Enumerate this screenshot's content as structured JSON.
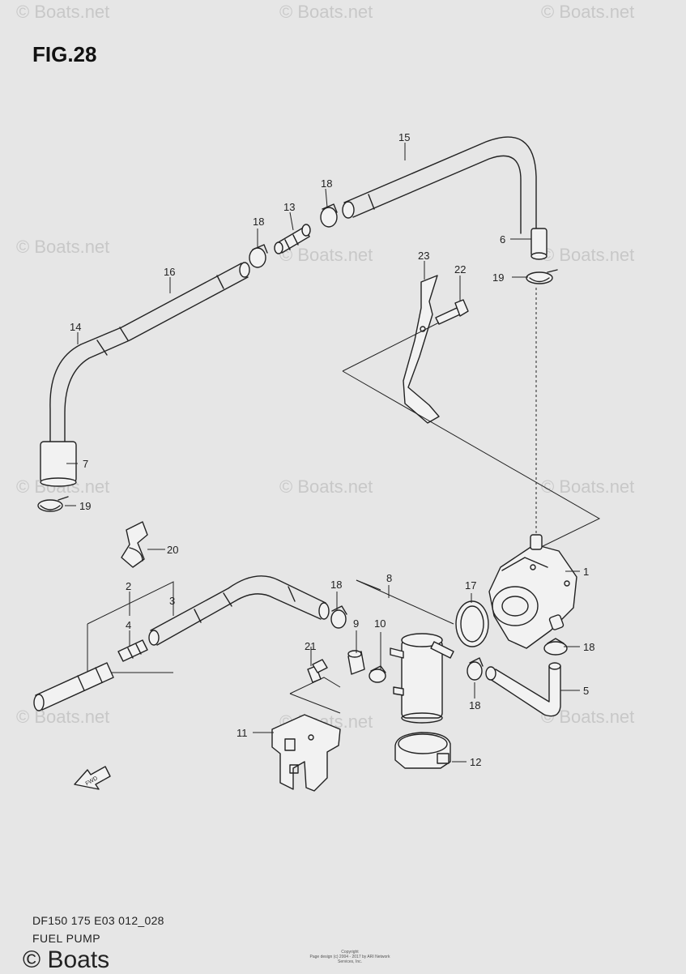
{
  "figure": {
    "title": "FIG.28",
    "model_code": "DF150 175 E03 012_028",
    "assembly_name": "FUEL PUMP",
    "copyright_heading": "Copyright",
    "copyright_line": "Page design (c) 2004 - 2017 by ARI Network Services, Inc.",
    "corner_mark": "© Boats"
  },
  "watermark": {
    "text": "© Boats.net"
  },
  "fwd_label": "FWD",
  "callouts": [
    {
      "label": "1"
    },
    {
      "label": "2"
    },
    {
      "label": "3"
    },
    {
      "label": "4"
    },
    {
      "label": "5"
    },
    {
      "label": "6"
    },
    {
      "label": "7"
    },
    {
      "label": "8"
    },
    {
      "label": "9"
    },
    {
      "label": "10"
    },
    {
      "label": "11"
    },
    {
      "label": "12"
    },
    {
      "label": "13"
    },
    {
      "label": "14"
    },
    {
      "label": "15"
    },
    {
      "label": "16"
    },
    {
      "label": "17"
    },
    {
      "label": "18"
    },
    {
      "label": "18"
    },
    {
      "label": "18"
    },
    {
      "label": "18"
    },
    {
      "label": "18"
    },
    {
      "label": "19"
    },
    {
      "label": "19"
    },
    {
      "label": "20"
    },
    {
      "label": "21"
    },
    {
      "label": "22"
    },
    {
      "label": "23"
    }
  ]
}
